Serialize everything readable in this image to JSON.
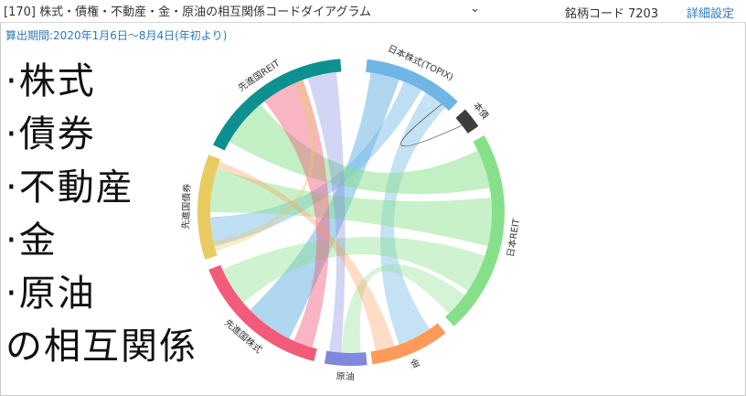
{
  "header": {
    "select_value": "[170] 株式・債権・不動産・金・原油の相互関係コードダイアグラム",
    "code_label": "銘柄コード",
    "code_value": "7203",
    "settings_link": "詳細設定"
  },
  "period_text": "算出期間:2020年1月6日〜8月4日(年初より)",
  "overlay_lines": [
    "·株式",
    "·債券",
    "·不動産",
    "·金",
    "·原油",
    "の相互関係"
  ],
  "segments": [
    {
      "label": "日本株式(TOPIX)",
      "color": "#6fb6e4"
    },
    {
      "label": "本債",
      "color": "#3d3d3d"
    },
    {
      "label": "日本REIT",
      "color": "#86e08a"
    },
    {
      "label": "金",
      "color": "#ff9a5a"
    },
    {
      "label": "原油",
      "color": "#7f88dc"
    },
    {
      "label": "先進国株式",
      "color": "#f25b7a"
    },
    {
      "label": "先進国債券",
      "color": "#e8cc62"
    },
    {
      "label": "先進国REIT",
      "color": "#0e9090"
    }
  ]
}
